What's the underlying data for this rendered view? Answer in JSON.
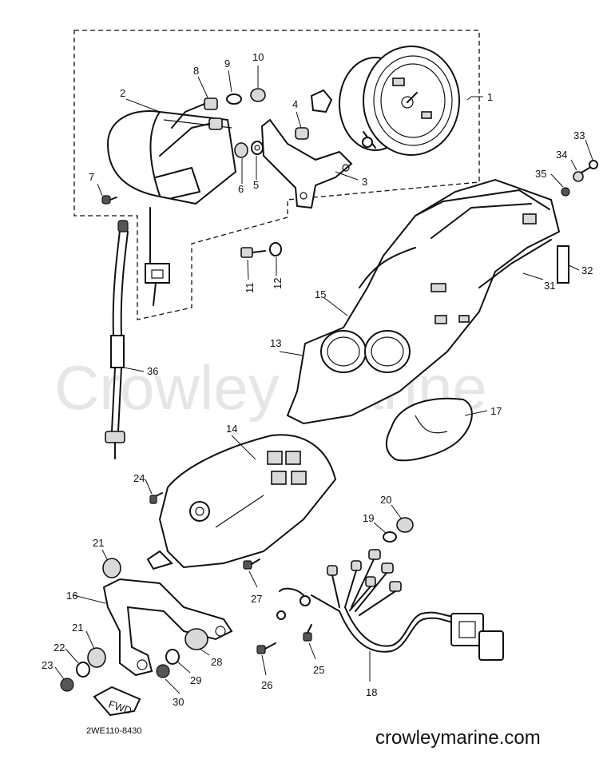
{
  "watermark": "Crowley Marine",
  "site_url": "crowleymarine.com",
  "diagram_code": "2WE110-8430",
  "fwd_label": "FWD",
  "callouts": [
    "1",
    "2",
    "3",
    "4",
    "5",
    "6",
    "7",
    "8",
    "9",
    "10",
    "11",
    "12",
    "13",
    "14",
    "15",
    "16",
    "17",
    "18",
    "19",
    "20",
    "21",
    "21",
    "22",
    "23",
    "24",
    "25",
    "26",
    "27",
    "28",
    "29",
    "30",
    "31",
    "32",
    "33",
    "34",
    "35",
    "36"
  ],
  "colors": {
    "ink": "#111111",
    "background": "#ffffff",
    "watermark": "#e6e6e6"
  }
}
